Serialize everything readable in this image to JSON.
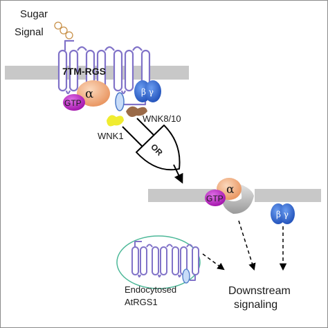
{
  "labels": {
    "sugar": "Sugar",
    "signal": "Signal",
    "receptor": "7TM-RGS",
    "alpha": "α",
    "gtp": "GTP",
    "beta_gamma": "β γ",
    "wnk810": "WNK8/10",
    "wnk1": "WNK1",
    "gate": "OR",
    "endocytosed_line1": "Endocytosed",
    "endocytosed_line2": "AtRGS1",
    "downstream_line1": "Downstream",
    "downstream_line2": "signaling"
  },
  "colors": {
    "membrane": "#c8c8c8",
    "receptor": "#8072c8",
    "alpha": "#f0a878",
    "gtp": "#c020c8",
    "beta_gamma": "#3a6fd8",
    "wnk810": "#9a6a48",
    "wnk1": "#f0ec30",
    "vesicle": "#4cb898",
    "sugar": "#c89048",
    "crescent": "#c0c0c0"
  }
}
